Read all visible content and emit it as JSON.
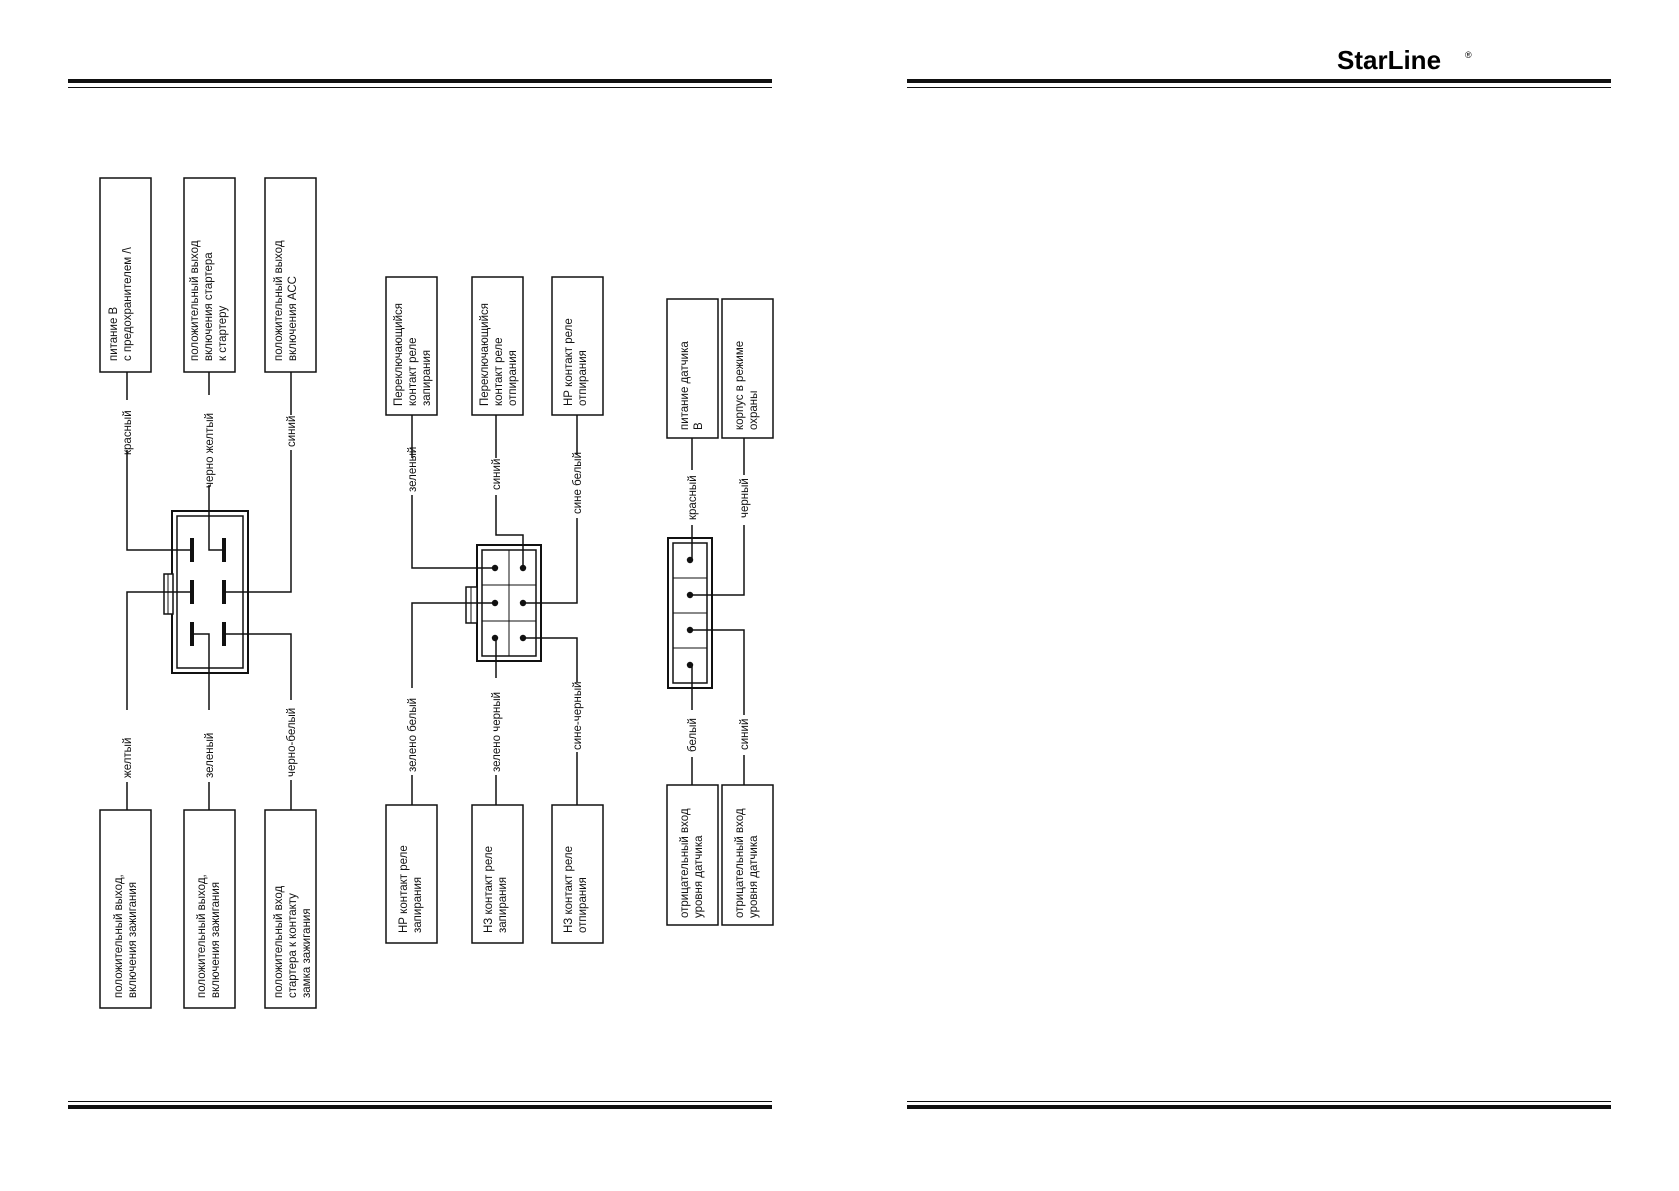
{
  "brand": {
    "logo_text": "StarLine",
    "registered_mark": "®"
  },
  "connector1": {
    "wires_top": [
      {
        "color": "красный",
        "description": [
          "питание        В",
          "с предохранителем      /\\"
        ]
      },
      {
        "color": "черно желтый",
        "description": [
          "положительный выход",
          "включения стартера",
          "к стартеру"
        ]
      },
      {
        "color": "синий",
        "description": [
          "положительный выход",
          "включения АСС"
        ]
      }
    ],
    "wires_bottom": [
      {
        "color": "желтый",
        "description": [
          "положительный выход,",
          "включения зажигания"
        ]
      },
      {
        "color": "зеленый",
        "description": [
          "положительный выход,",
          "включения зажигания"
        ]
      },
      {
        "color": "черно-белый",
        "description": [
          "положительный вход",
          "стартера  к контакту",
          "замка зажигания"
        ]
      }
    ]
  },
  "connector2": {
    "wires_top": [
      {
        "color": "зеленый",
        "description": [
          "Переключающийся",
          "контакт реле",
          "запирания"
        ]
      },
      {
        "color": "синий",
        "description": [
          "Переключающийся",
          "контакт реле",
          "отпирания"
        ]
      },
      {
        "color": "сине белый",
        "description": [
          "НР контакт реле",
          "отпирания"
        ]
      }
    ],
    "wires_bottom": [
      {
        "color": "зелено белый",
        "description": [
          "НР контакт реле",
          "запирания"
        ]
      },
      {
        "color": "зелено черный",
        "description": [
          "НЗ контакт реле",
          "запирания"
        ]
      },
      {
        "color": "сине-черный",
        "description": [
          "НЗ контакт реле",
          "отпирания"
        ]
      }
    ]
  },
  "connector3": {
    "wires_top": [
      {
        "color": "красный",
        "description": [
          "питание датчика",
          "В"
        ]
      },
      {
        "color": "черный",
        "description": [
          "корпус в режиме",
          "охраны"
        ]
      }
    ],
    "wires_bottom": [
      {
        "color": "белый",
        "description": [
          "отрицательный вход",
          "уровня датчика"
        ]
      },
      {
        "color": "синий",
        "description": [
          "отрицательный вход",
          "уровня датчика"
        ]
      }
    ]
  }
}
